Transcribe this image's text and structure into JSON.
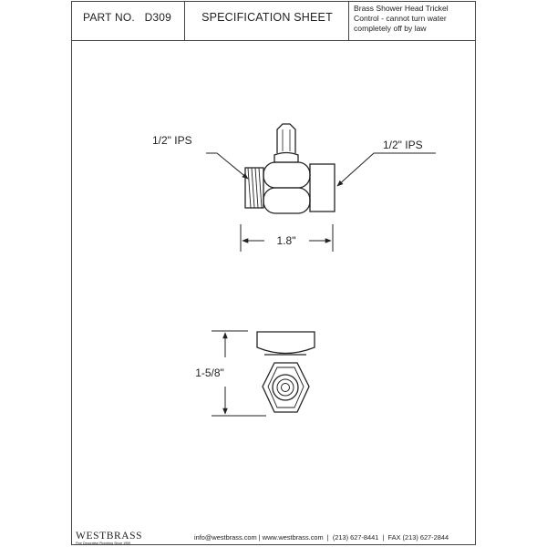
{
  "header": {
    "part_label": "PART NO.",
    "part_number": "D309",
    "title": "SPECIFICATION SHEET",
    "description_lines": [
      "Brass Shower Head Trickel",
      "Control - cannot turn water",
      "completely off by law"
    ]
  },
  "drawing": {
    "left_callout": "1/2\" IPS",
    "right_callout": "1/2\" IPS",
    "width_dimension": "1.8\"",
    "height_dimension": "1-5/8\""
  },
  "footer": {
    "brand": "WESTBRASS",
    "tagline": "Fine Decorative Plumbing Since 1959",
    "email": "info@westbrass.com",
    "website": "www.westbrass.com",
    "phone": "(213) 627-8441",
    "fax": "FAX (213) 627-2844"
  }
}
